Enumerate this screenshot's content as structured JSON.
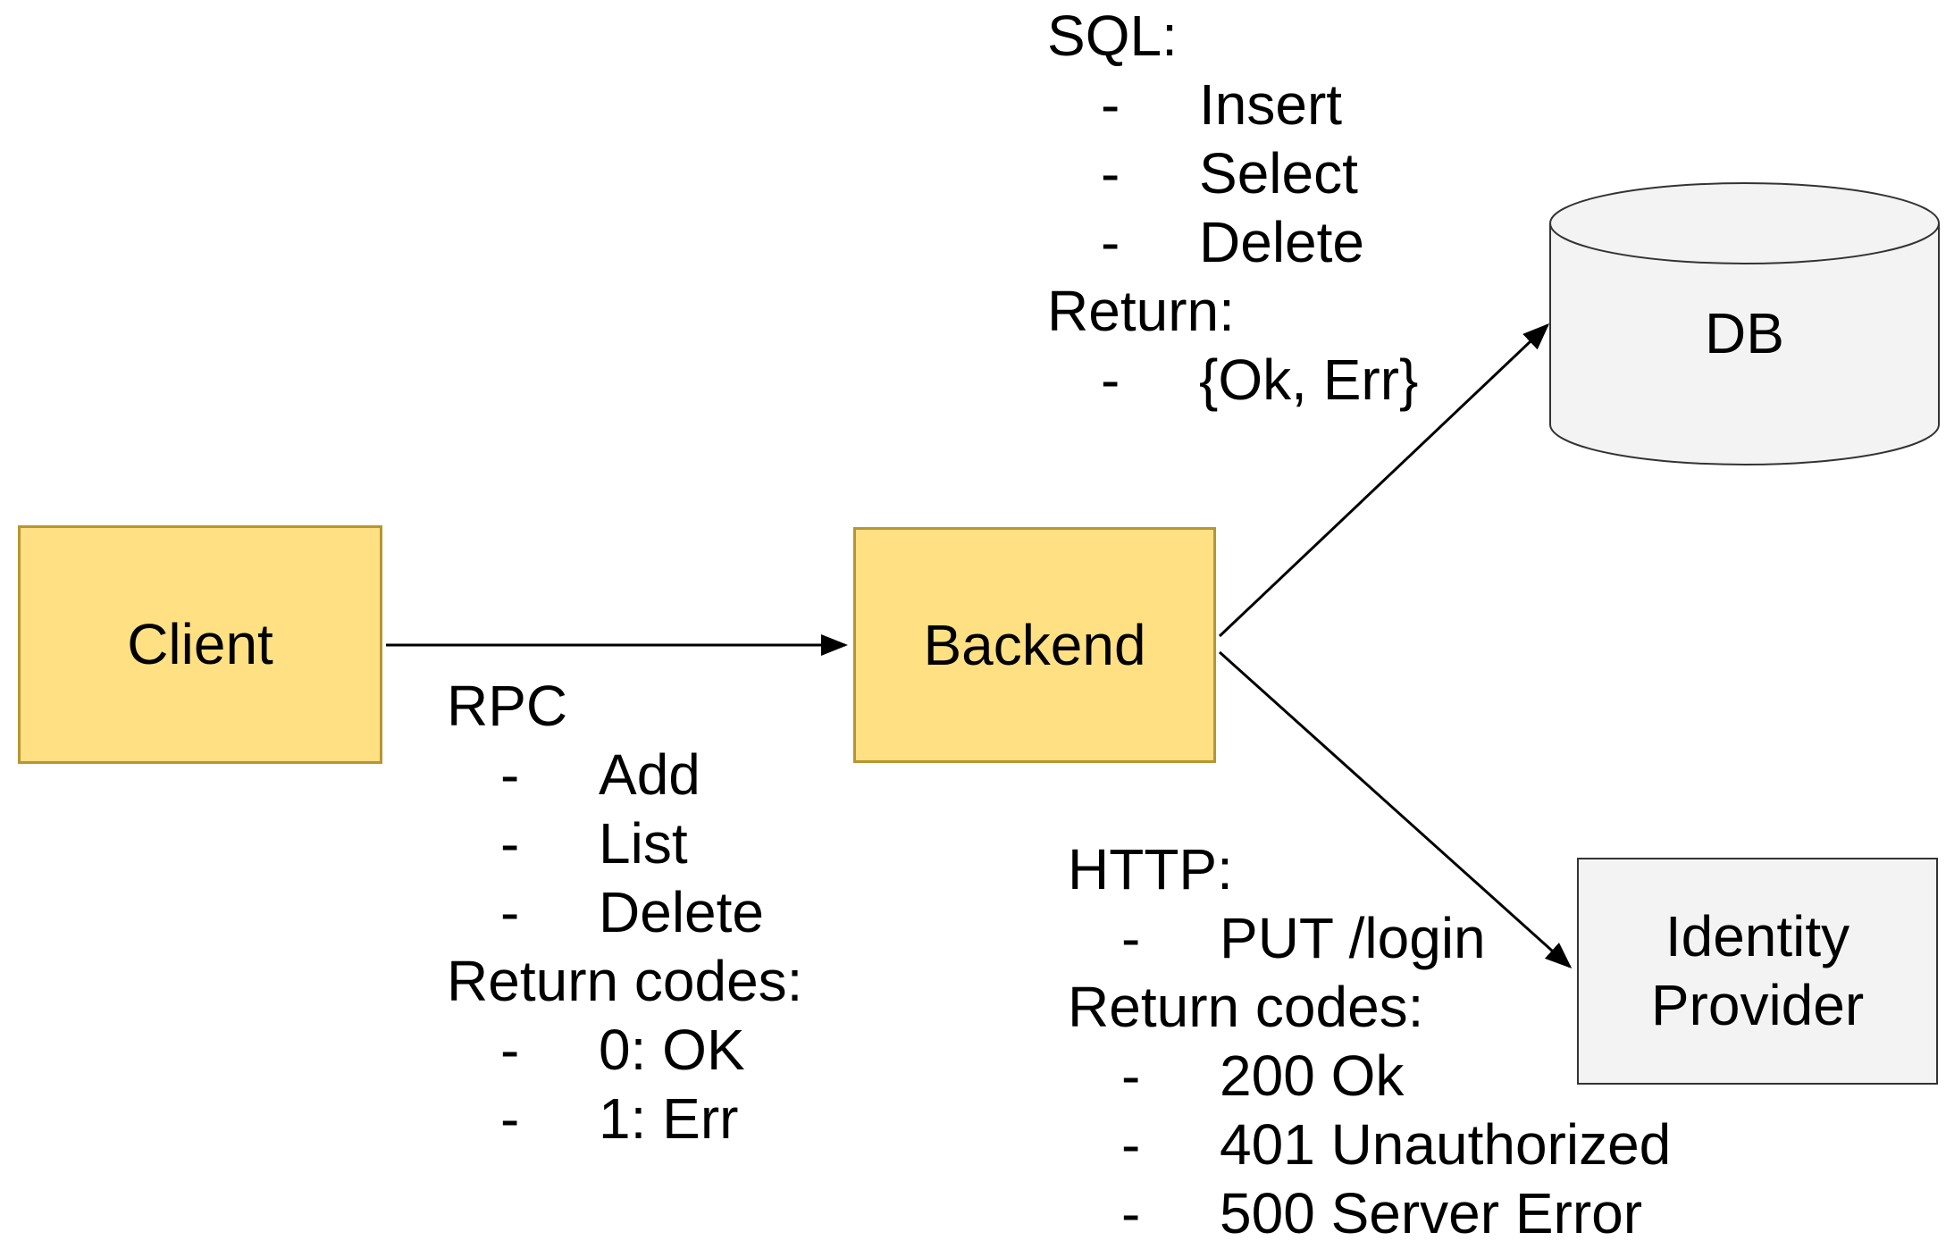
{
  "nodes": {
    "client": {
      "label": "Client"
    },
    "backend": {
      "label": "Backend"
    },
    "db": {
      "label": "DB"
    },
    "idp": {
      "label_line1": "Identity",
      "label_line2": "Provider"
    }
  },
  "annotations": {
    "sql": {
      "lines": [
        {
          "b": "",
          "t": "SQL:"
        },
        {
          "b": "-",
          "t": "Insert"
        },
        {
          "b": "-",
          "t": "Select"
        },
        {
          "b": "-",
          "t": "Delete"
        },
        {
          "b": "",
          "t": "Return:"
        },
        {
          "b": "-",
          "t": "{Ok, Err}"
        }
      ]
    },
    "rpc": {
      "lines": [
        {
          "b": "",
          "t": "RPC"
        },
        {
          "b": "-",
          "t": "Add"
        },
        {
          "b": "-",
          "t": "List"
        },
        {
          "b": "-",
          "t": "Delete"
        },
        {
          "b": "",
          "t": "Return codes:"
        },
        {
          "b": "-",
          "t": "0: OK"
        },
        {
          "b": "-",
          "t": "1: Err"
        }
      ]
    },
    "http": {
      "lines": [
        {
          "b": "",
          "t": "HTTP:"
        },
        {
          "b": "-",
          "t": "PUT /login"
        },
        {
          "b": "",
          "t": "Return codes:"
        },
        {
          "b": "-",
          "t": "200 Ok"
        },
        {
          "b": "-",
          "t": "401 Unauthorized"
        },
        {
          "b": "-",
          "t": "500 Server Error"
        }
      ]
    }
  },
  "colors": {
    "node_fill_yellow": "#ffe083",
    "node_border_yellow": "#b79530",
    "node_fill_gray": "#f3f3f3",
    "node_border_gray": "#333333",
    "arrow": "#000000",
    "text": "#000000"
  }
}
